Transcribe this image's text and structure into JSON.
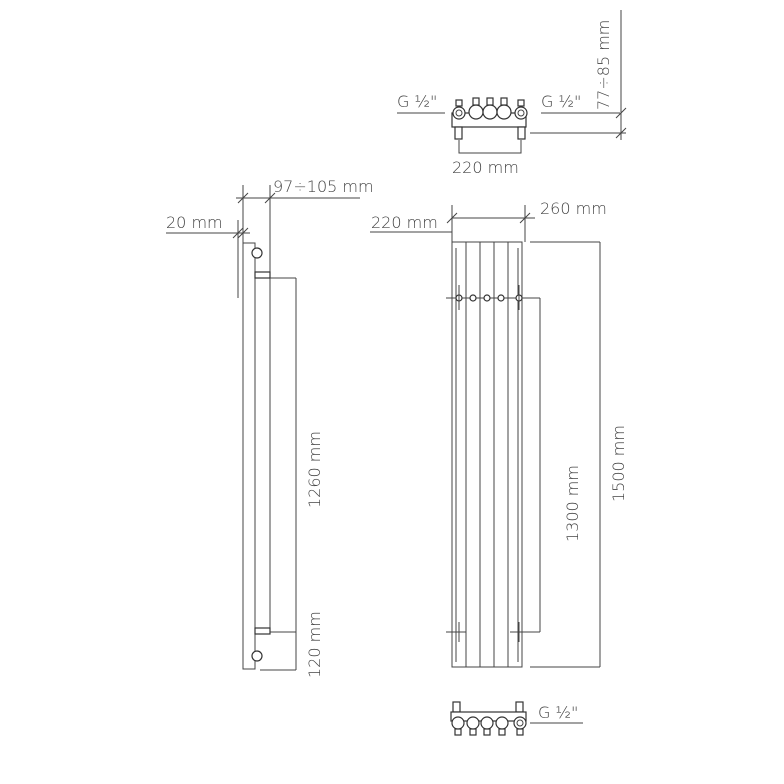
{
  "labels": {
    "top_left_thread": "G ½\"",
    "top_right_thread": "G ½\"",
    "top_depth": "77÷85 mm",
    "top_spacing": "220 mm",
    "side_depth": "97÷105 mm",
    "side_wall": "20 mm",
    "side_height": "1260 mm",
    "side_bottom": "120 mm",
    "front_spacing": "220 mm",
    "front_width": "260 mm",
    "front_inner": "1300 mm",
    "front_total": "1500 mm",
    "bottom_thread": "G ½\""
  },
  "colors": {
    "line": "#444444",
    "background": "#ffffff"
  }
}
